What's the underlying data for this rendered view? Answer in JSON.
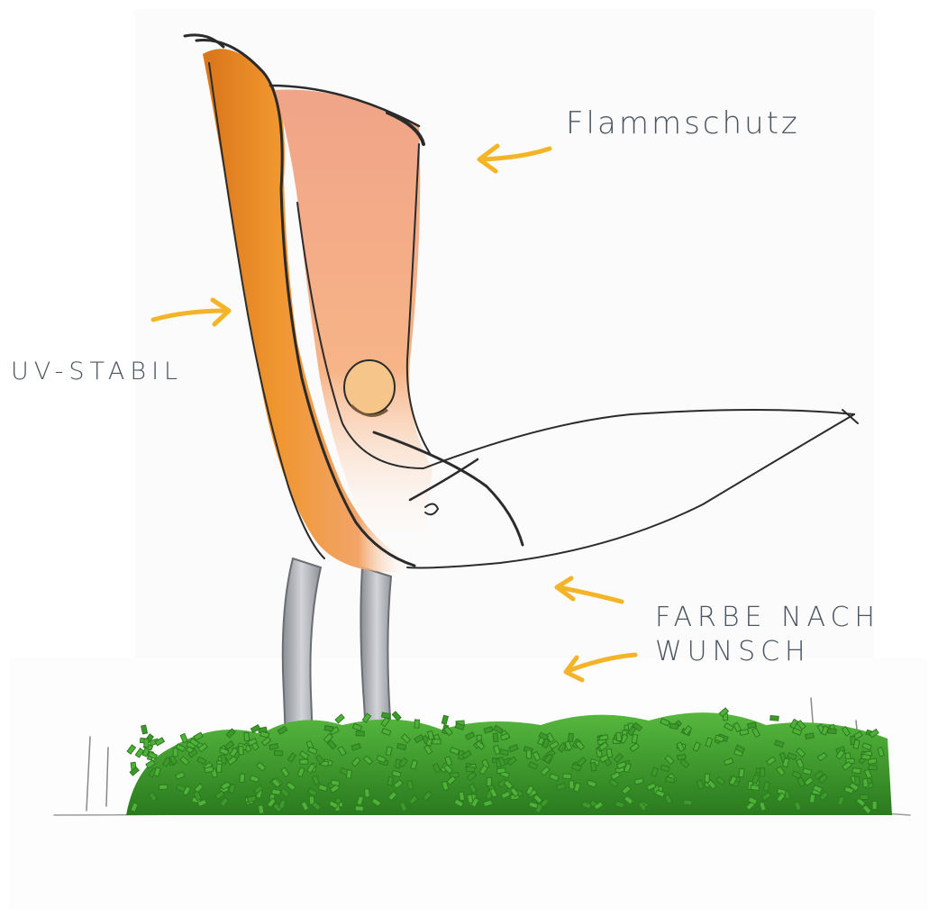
{
  "labels": {
    "flammschutz": "Flammschutz",
    "uv_stabil": "UV-STABIL",
    "farbe_line1": "FARBE NACH",
    "farbe_line2": "WUNSCH"
  },
  "colors": {
    "chair_orange": "#e8892b",
    "arrow_yellow": "#f4b428",
    "grass_green": "#3a9a2a",
    "pencil": "#2b2b2b",
    "label_ink": "#4a5560"
  },
  "icons": [
    "arrow-icon"
  ]
}
